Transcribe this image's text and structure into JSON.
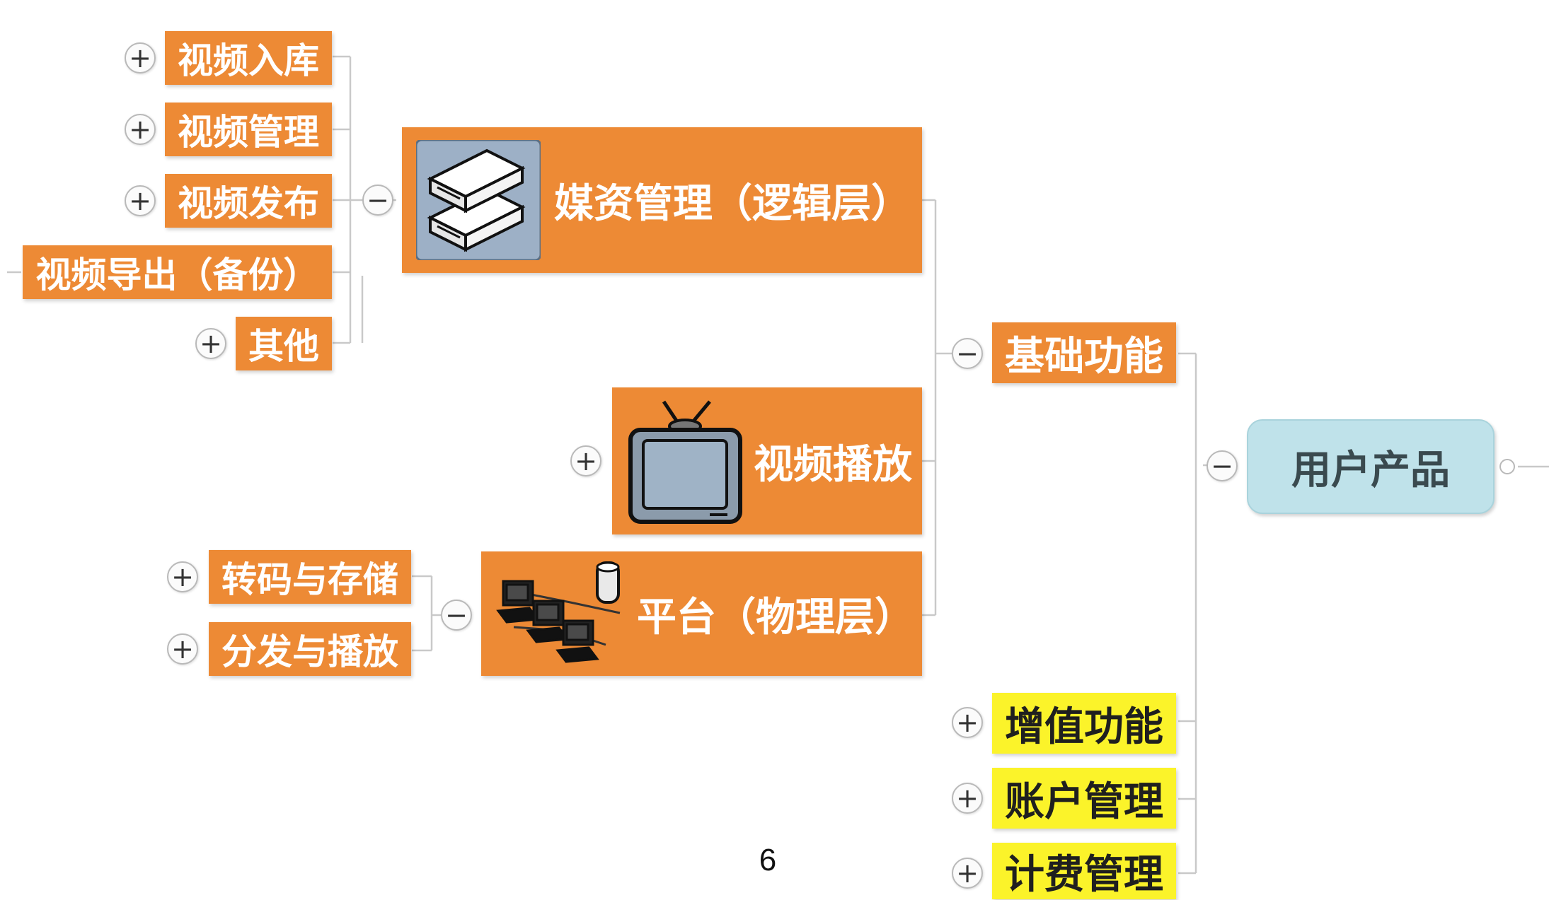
{
  "root": {
    "label": "用户产品"
  },
  "branches": {
    "basic": {
      "label": "基础功能",
      "toggle": "−"
    },
    "value_added": {
      "label": "增值功能",
      "toggle": "+"
    },
    "account": {
      "label": "账户管理",
      "toggle": "+"
    },
    "billing": {
      "label": "计费管理",
      "toggle": "+"
    }
  },
  "basic_children": {
    "media": {
      "label": "媒资管理（逻辑层）",
      "toggle": "−",
      "icon": "server-stack-icon"
    },
    "playback": {
      "label": "视频播放",
      "toggle": "+",
      "icon": "television-icon"
    },
    "platform": {
      "label": "平台（物理层）",
      "toggle": "−",
      "icon": "network-computers-icon"
    }
  },
  "media_children": [
    {
      "label": "视频入库",
      "toggle": "+"
    },
    {
      "label": "视频管理",
      "toggle": "+"
    },
    {
      "label": "视频发布",
      "toggle": "+"
    },
    {
      "label": "视频导出（备份）",
      "toggle": ""
    },
    {
      "label": "其他",
      "toggle": "+"
    }
  ],
  "platform_children": [
    {
      "label": "转码与存储",
      "toggle": "+"
    },
    {
      "label": "分发与播放",
      "toggle": "+"
    }
  ],
  "page_number": "6",
  "colors": {
    "orange": "#ed8a35",
    "yellow": "#fbf32a",
    "root": "#bfe2ea",
    "connector": "#c8c8c8"
  }
}
